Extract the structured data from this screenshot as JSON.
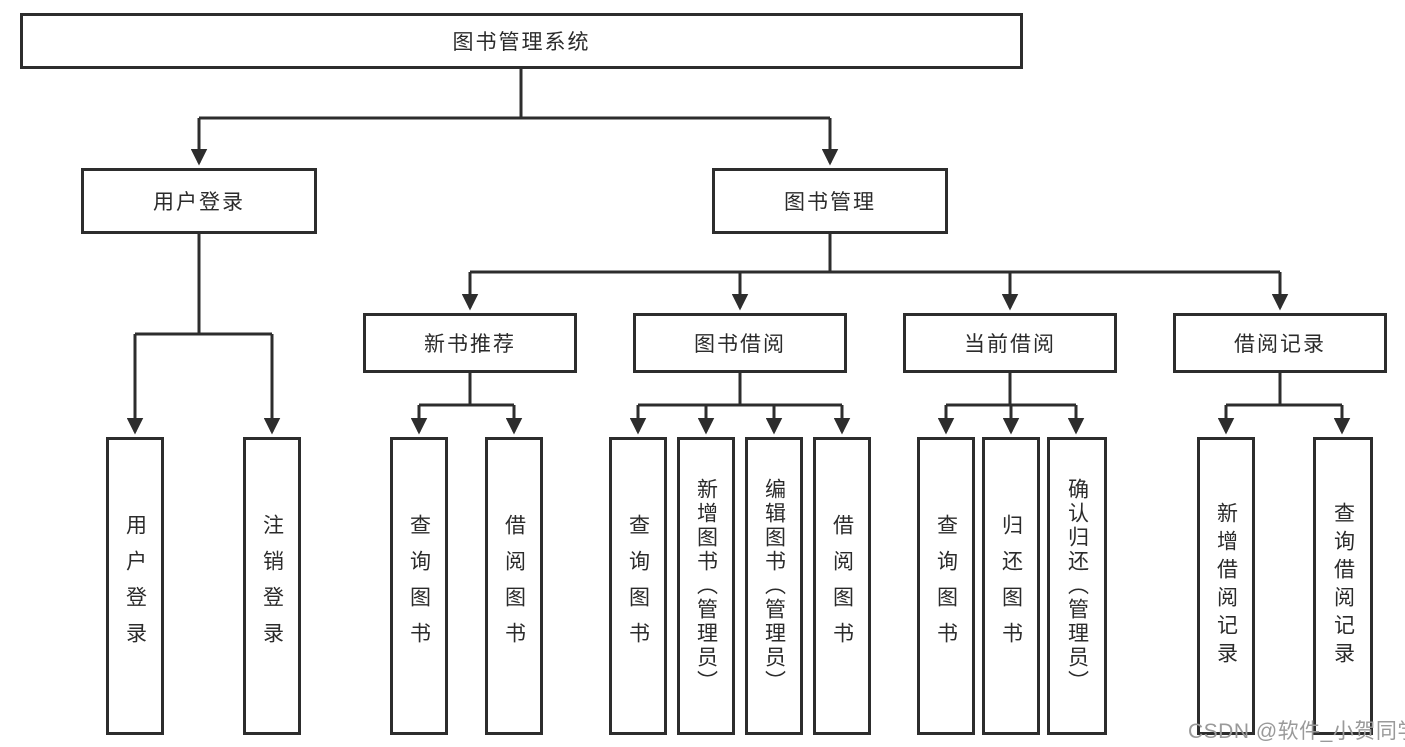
{
  "diagram": {
    "root": {
      "label": "图书管理系统"
    },
    "branches": {
      "user_login": {
        "label": "用户登录",
        "children": [
          {
            "label": "用户登录"
          },
          {
            "label": "注销登录"
          }
        ]
      },
      "book_mgmt": {
        "label": "图书管理",
        "children": {
          "new_books": {
            "label": "新书推荐",
            "children": [
              {
                "label": "查询图书"
              },
              {
                "label": "借阅图书"
              }
            ]
          },
          "borrowing": {
            "label": "图书借阅",
            "children": [
              {
                "label": "查询图书"
              },
              {
                "label": "新增图书（管理员）"
              },
              {
                "label": "编辑图书（管理员）"
              },
              {
                "label": "借阅图书"
              }
            ]
          },
          "current": {
            "label": "当前借阅",
            "children": [
              {
                "label": "查询图书"
              },
              {
                "label": "归还图书"
              },
              {
                "label": "确认归还（管理员）"
              }
            ]
          },
          "records": {
            "label": "借阅记录",
            "children": [
              {
                "label": "新增借阅记录"
              },
              {
                "label": "查询借阅记录"
              }
            ]
          }
        }
      }
    }
  },
  "watermark": {
    "text": "CSDN @软件_小贺同学"
  },
  "colors": {
    "line": "#2d2d2d",
    "box_border": "#2d2d2d",
    "text": "#2b2b2b",
    "background": "#ffffff",
    "watermark": "#9a9a9a"
  }
}
